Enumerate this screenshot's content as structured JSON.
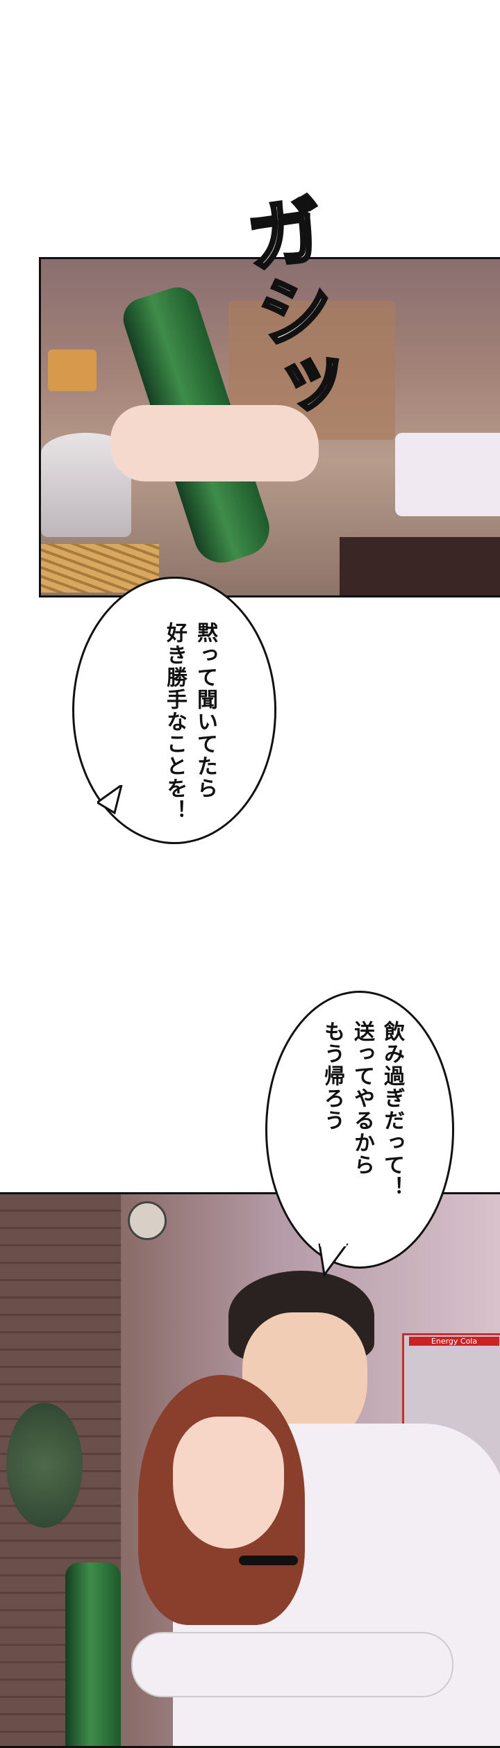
{
  "panel1": {
    "sfx": "ガシッ"
  },
  "bubble1": {
    "lines": [
      "黙って聞いてたら",
      "好き勝手なことを！"
    ]
  },
  "bubble2": {
    "lines": [
      "飲み過ぎだって！",
      "送ってやるから",
      "もう帰ろう"
    ]
  },
  "panel2": {
    "sign_text": "Energy Cola"
  }
}
